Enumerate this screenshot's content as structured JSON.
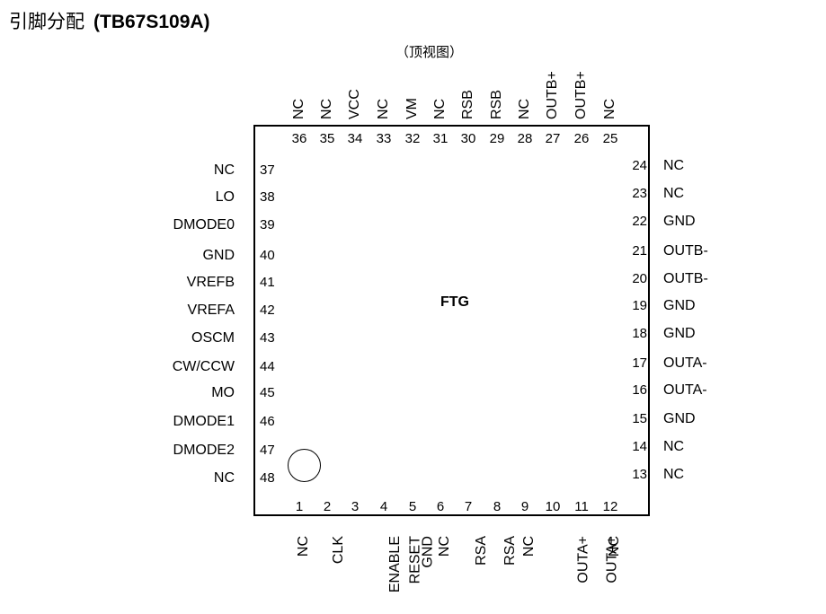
{
  "title": {
    "chinese": "引脚分配",
    "part": "(TB67S109A)"
  },
  "view_label": "（顶视图）",
  "center_label": "FTG",
  "pins": {
    "top": [
      {
        "num": "36",
        "name": "NC"
      },
      {
        "num": "35",
        "name": "NC"
      },
      {
        "num": "34",
        "name": "VCC"
      },
      {
        "num": "33",
        "name": "NC"
      },
      {
        "num": "32",
        "name": "VM"
      },
      {
        "num": "31",
        "name": "NC"
      },
      {
        "num": "30",
        "name": "RSB"
      },
      {
        "num": "29",
        "name": "RSB"
      },
      {
        "num": "28",
        "name": "NC"
      },
      {
        "num": "27",
        "name": "OUTB+"
      },
      {
        "num": "26",
        "name": "OUTB+"
      },
      {
        "num": "25",
        "name": "NC"
      }
    ],
    "left": [
      {
        "num": "37",
        "name": "NC"
      },
      {
        "num": "38",
        "name": "LO"
      },
      {
        "num": "39",
        "name": "DMODE0"
      },
      {
        "num": "40",
        "name": "GND"
      },
      {
        "num": "41",
        "name": "VREFB"
      },
      {
        "num": "42",
        "name": "VREFA"
      },
      {
        "num": "43",
        "name": "OSCM"
      },
      {
        "num": "44",
        "name": "CW/CCW"
      },
      {
        "num": "45",
        "name": "MO"
      },
      {
        "num": "46",
        "name": "DMODE1"
      },
      {
        "num": "47",
        "name": "DMODE2"
      },
      {
        "num": "48",
        "name": "NC"
      }
    ],
    "right": [
      {
        "num": "24",
        "name": "NC"
      },
      {
        "num": "23",
        "name": "NC"
      },
      {
        "num": "22",
        "name": "GND"
      },
      {
        "num": "21",
        "name": "OUTB-"
      },
      {
        "num": "20",
        "name": "OUTB-"
      },
      {
        "num": "19",
        "name": "GND"
      },
      {
        "num": "18",
        "name": "GND"
      },
      {
        "num": "17",
        "name": "OUTA-"
      },
      {
        "num": "16",
        "name": "OUTA-"
      },
      {
        "num": "15",
        "name": "GND"
      },
      {
        "num": "14",
        "name": "NC"
      },
      {
        "num": "13",
        "name": "NC"
      }
    ],
    "bottom": [
      {
        "num": "1",
        "name": "NC"
      },
      {
        "num": "2",
        "name": "CLK"
      },
      {
        "num": "3",
        "name": "ENABLE"
      },
      {
        "num": "4",
        "name": "RESET"
      },
      {
        "num": "5",
        "name": "GND"
      },
      {
        "num": "6",
        "name": "NC"
      },
      {
        "num": "7",
        "name": "RSA"
      },
      {
        "num": "8",
        "name": "RSA"
      },
      {
        "num": "9",
        "name": "NC"
      },
      {
        "num": "10",
        "name": "OUTA+"
      },
      {
        "num": "11",
        "name": "OUTA+"
      },
      {
        "num": "12",
        "name": "NC"
      }
    ]
  }
}
